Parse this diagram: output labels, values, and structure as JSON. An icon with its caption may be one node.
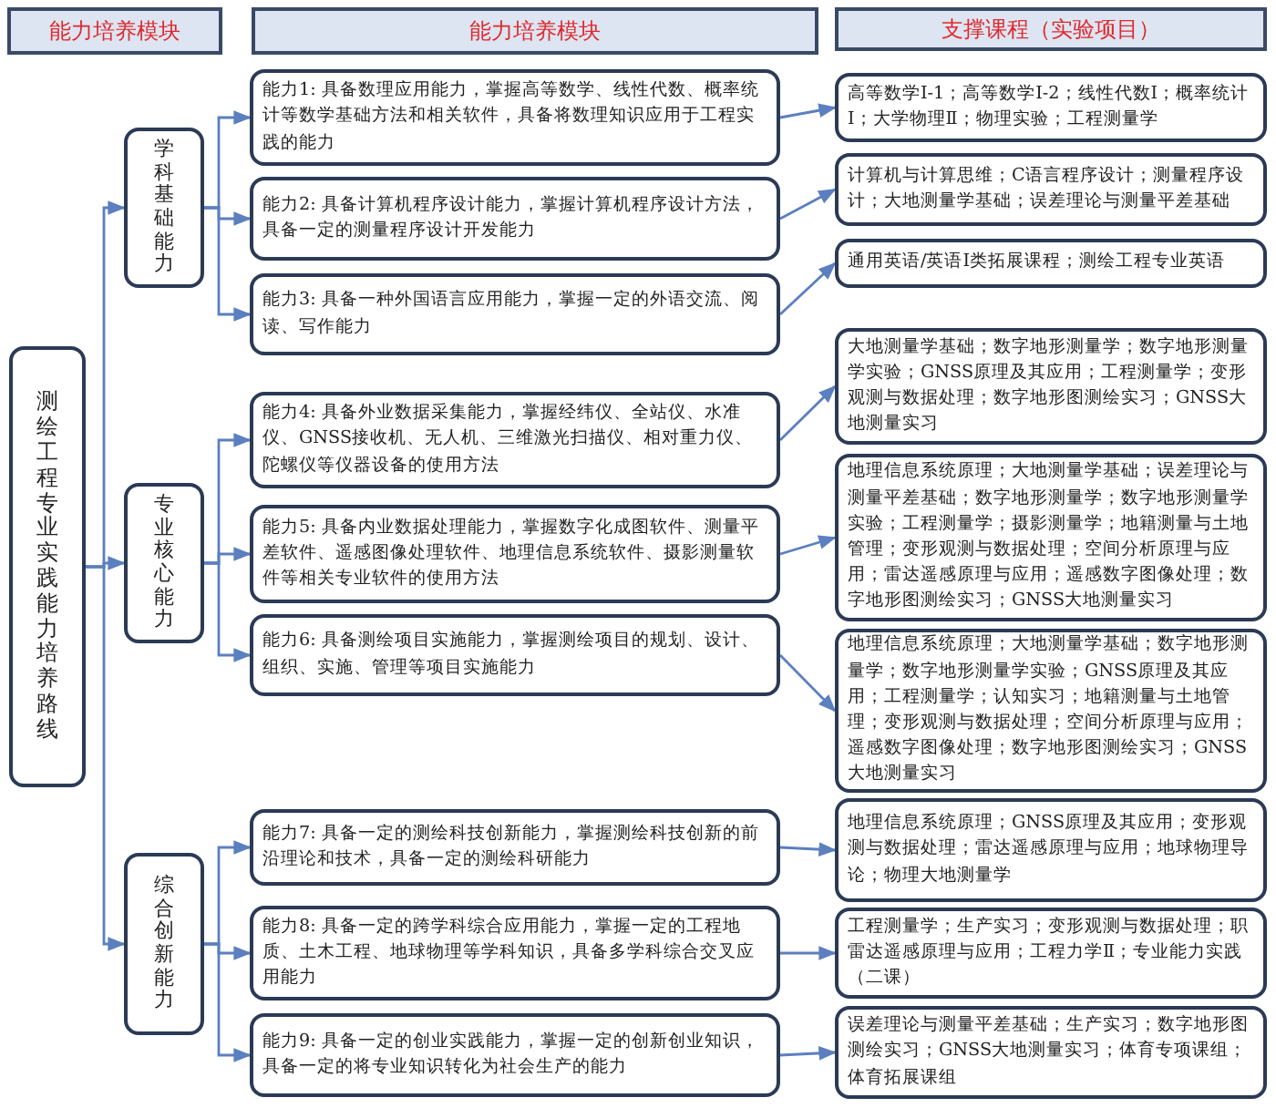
{
  "diagram": {
    "nodes": [
      {
        "text": [
          "能力培养模块"
        ]
      },
      {
        "text": [
          "能力培养模块"
        ]
      },
      {
        "text": [
          "支撑课程（实验项目）"
        ]
      },
      {
        "text": [
          "测绘工程专业实践能力培养路线"
        ]
      },
      {
        "text": [
          "学科基础能力"
        ]
      },
      {
        "text": [
          "专业核心能力"
        ]
      },
      {
        "text": [
          "综合创新能力"
        ]
      },
      {
        "text": [
          "能力1: 具备数理应用能力，掌握高等数学、线性代数、概率统计等数学基础方法和相关软件，具备将数理知识应用于工程实践的能力"
        ]
      },
      {
        "text": [
          "能力2: 具备计算机程序设计能力，掌握计算机程序设计方法，具备一定的测量程序设计开发能力"
        ]
      },
      {
        "text": [
          "能力3: 具备一种外国语言应用能力，掌握一定的外语交流、阅读、写作能力"
        ]
      },
      {
        "text": [
          "能力4: 具备外业数据采集能力，掌握经纬仪、全站仪、水准仪、GNSS接收机、无人机、三维激光扫描仪、相对重力仪、陀螺仪等仪器设备的使用方法"
        ]
      },
      {
        "text": [
          "能力5: 具备内业数据处理能力，掌握数字化成图软件、测量平差软件、遥感图像处理软件、地理信息系统软件、摄影测量软件等相关专业软件的使用方法"
        ]
      },
      {
        "text": [
          "能力6: 具备测绘项目实施能力，掌握测绘项目的规划、设计、组织、实施、管理等项目实施能力"
        ]
      },
      {
        "text": [
          "能力7: 具备一定的测绘科技创新能力，掌握测绘科技创新的前沿理论和技术，具备一定的测绘科研能力"
        ]
      },
      {
        "text": [
          "能力8: 具备一定的跨学科综合应用能力，掌握一定的工程地质、土木工程、地球物理等学科知识，具备多学科综合交叉应用能力"
        ]
      },
      {
        "text": [
          "能力9: 具备一定的创业实践能力，掌握一定的创新创业知识，具备一定的将专业知识转化为社会生产的能力"
        ]
      },
      {
        "text": [
          "高等数学Ⅰ-1；高等数学Ⅰ-2；线性代数Ⅰ；概率统计Ⅰ；大学物理Ⅱ；物理实验；工程测量学"
        ]
      },
      {
        "text": [
          "计算机与计算思维；C语言程序设计；测量程序设计；大地测量学基础；误差理论与测量平差基础"
        ]
      },
      {
        "text": [
          "通用英语/英语Ⅰ类拓展课程；测绘工程专业英语"
        ]
      },
      {
        "text": [
          "大地测量学基础；数字地形测量学；数字地形测量学实验；GNSS原理及其应用；工程测量学；变形观测与数据处理；数字地形图测绘实习；GNSS大地测量实习"
        ]
      },
      {
        "text": [
          "地理信息系统原理；大地测量学基础；误差理论与测量平差基础；数字地形测量学；数字地形测量学实验；工程测量学；摄影测量学；地籍测量与土地管理；变形观测与数据处理；空间分析原理与应用；雷达遥感原理与应用；遥感数字图像处理；数字地形图测绘实习；GNSS大地测量实习"
        ]
      },
      {
        "text": [
          "地理信息系统原理；大地测量学基础；数字地形测量学；数字地形测量学实验；GNSS原理及其应用；工程测量学；认知实习；地籍测量与土地管理；变形观测与数据处理；空间分析原理与应用；遥感数字图像处理；数字地形图测绘实习；GNSS大地测量实习"
        ]
      },
      {
        "text": [
          "地理信息系统原理；GNSS原理及其应用；变形观测与数据处理；雷达遥感原理与应用；地球物理导论；物理大地测量学"
        ]
      },
      {
        "text": [
          "工程测量学；生产实习；变形观测与数据处理；职雷达遥感原理与应用；工程力学Ⅱ；专业能力实践（二课）"
        ]
      },
      {
        "text": [
          "误差理论与测量平差基础；生产实习；数字地形图测绘实习；GNSS大地测量实习；体育专项课组；体育拓展课组"
        ]
      }
    ],
    "edges": [
      {
        "from": 3,
        "to": 4,
        "arrow": "to"
      },
      {
        "from": 3,
        "to": 5,
        "arrow": "to"
      },
      {
        "from": 3,
        "to": 6,
        "arrow": "to"
      },
      {
        "from": 4,
        "to": 7,
        "arrow": "to"
      },
      {
        "from": 4,
        "to": 8,
        "arrow": "to"
      },
      {
        "from": 4,
        "to": 9,
        "arrow": "to"
      },
      {
        "from": 5,
        "to": 10,
        "arrow": "to"
      },
      {
        "from": 5,
        "to": 11,
        "arrow": "to"
      },
      {
        "from": 5,
        "to": 12,
        "arrow": "to"
      },
      {
        "from": 6,
        "to": 13,
        "arrow": "to"
      },
      {
        "from": 6,
        "to": 14,
        "arrow": "to"
      },
      {
        "from": 6,
        "to": 15,
        "arrow": "to"
      },
      {
        "from": 7,
        "to": 16,
        "arrow": "to"
      },
      {
        "from": 8,
        "to": 17,
        "arrow": "to"
      },
      {
        "from": 9,
        "to": 18,
        "arrow": "to"
      },
      {
        "from": 10,
        "to": 19,
        "arrow": "to"
      },
      {
        "from": 11,
        "to": 20,
        "arrow": "to"
      },
      {
        "from": 12,
        "to": 21,
        "arrow": "to"
      },
      {
        "from": 13,
        "to": 22,
        "arrow": "to"
      },
      {
        "from": 14,
        "to": 23,
        "arrow": "to"
      },
      {
        "from": 15,
        "to": 24,
        "arrow": "to"
      }
    ]
  }
}
